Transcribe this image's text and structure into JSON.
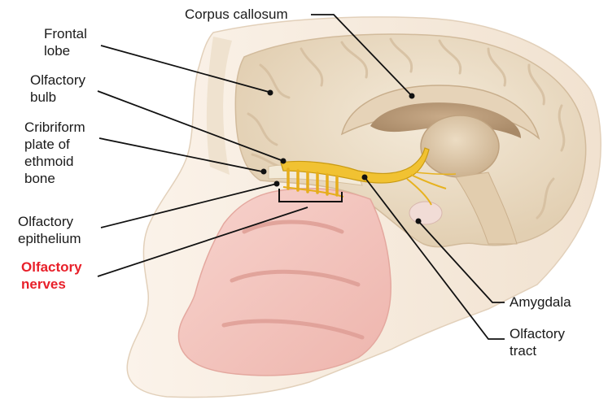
{
  "labels": {
    "corpus_callosum": "Corpus callosum",
    "frontal_lobe": [
      "Frontal",
      "lobe"
    ],
    "olfactory_bulb": [
      "Olfactory",
      "bulb"
    ],
    "cribriform_plate": [
      "Cribriform",
      "plate of",
      "ethmoid",
      "bone"
    ],
    "olfactory_epithelium": [
      "Olfactory",
      "epithelium"
    ],
    "olfactory_nerves": [
      "Olfactory",
      "nerves"
    ],
    "amygdala": "Amygdala",
    "olfactory_tract": [
      "Olfactory",
      "tract"
    ]
  },
  "colors": {
    "highlight_label": "#e8202a",
    "label_text": "#1a1a1a",
    "leader_line": "#111111",
    "brain_tissue": "#efe2cf",
    "brain_shadow": "#d9c3a5",
    "ventricle": "#b59877",
    "nose_pink": "#f2c2bc",
    "nerve_yellow": "#f1c232",
    "skin": "#f4e7d8"
  }
}
